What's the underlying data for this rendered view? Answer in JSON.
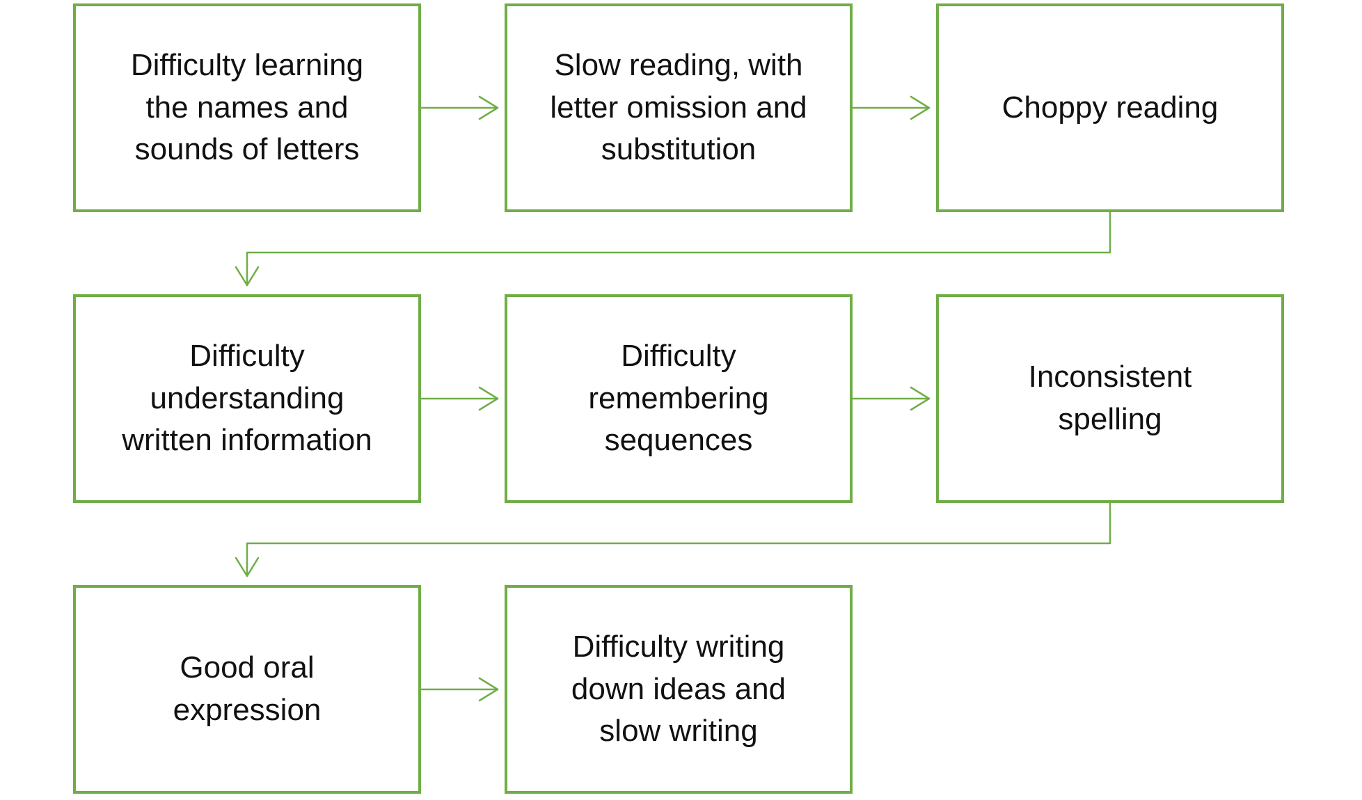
{
  "diagram": {
    "accent_color": "#70AD47",
    "nodes": [
      {
        "id": "n1",
        "text": "Difficulty learning\nthe names and\nsounds of letters"
      },
      {
        "id": "n2",
        "text": "Slow reading, with\nletter omission and\nsubstitution"
      },
      {
        "id": "n3",
        "text": "Choppy reading"
      },
      {
        "id": "n4",
        "text": "Difficulty\nunderstanding\nwritten information"
      },
      {
        "id": "n5",
        "text": "Difficulty\nremembering\nsequences"
      },
      {
        "id": "n6",
        "text": "Inconsistent\nspelling"
      },
      {
        "id": "n7",
        "text": "Good oral\nexpression"
      },
      {
        "id": "n8",
        "text": "Difficulty writing\ndown ideas and\nslow writing"
      }
    ],
    "edges": [
      {
        "from": "n1",
        "to": "n2"
      },
      {
        "from": "n2",
        "to": "n3"
      },
      {
        "from": "n3",
        "to": "n4"
      },
      {
        "from": "n4",
        "to": "n5"
      },
      {
        "from": "n5",
        "to": "n6"
      },
      {
        "from": "n6",
        "to": "n7"
      },
      {
        "from": "n7",
        "to": "n8"
      }
    ]
  }
}
